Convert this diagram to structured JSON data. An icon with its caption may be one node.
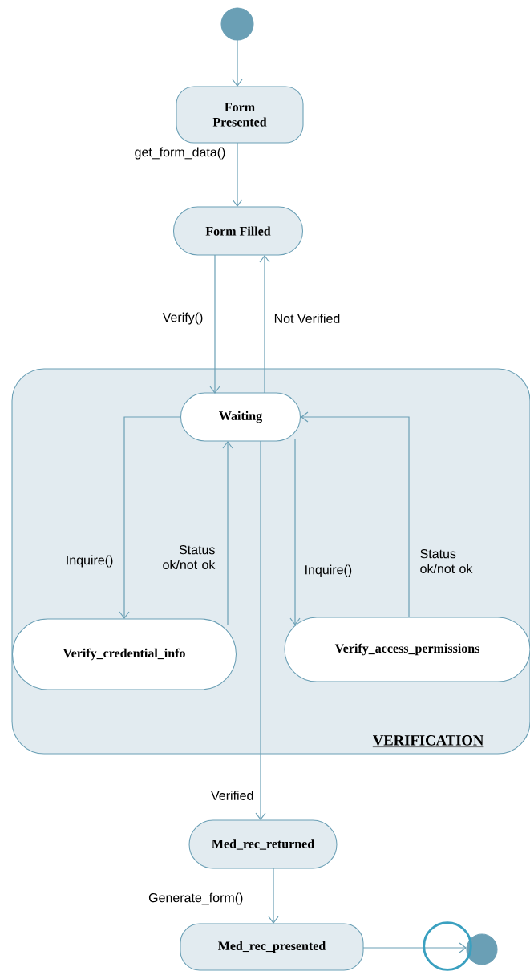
{
  "diagram": {
    "nodes": [
      {
        "text": [],
        "shape": "circle"
      },
      {
        "text": [
          "Form Presented"
        ]
      },
      {
        "text": [
          "Form Filled"
        ]
      },
      {
        "text": [
          "VERIFICATION"
        ]
      },
      {
        "text": [
          "Waiting"
        ],
        "in": 3
      },
      {
        "text": [
          "Verify_credential_info"
        ],
        "in": 3
      },
      {
        "text": [
          "Verify_access_permissions"
        ],
        "in": 3
      },
      {
        "text": [
          "Med_rec_returned"
        ]
      },
      {
        "text": [
          "Med_rec_presented"
        ]
      },
      {
        "text": [],
        "shape": "circle"
      }
    ],
    "edges": [
      {
        "from": 0,
        "to": 1,
        "arrow": "to"
      },
      {
        "from": 1,
        "to": 2,
        "label": "get_form_data()",
        "arrow": "to"
      },
      {
        "from": 2,
        "to": 4,
        "label": "Verify()",
        "arrow": "to"
      },
      {
        "from": 4,
        "to": 2,
        "label": "Not Verified",
        "arrow": "to"
      },
      {
        "from": 4,
        "to": 5,
        "label": "Inquire()",
        "arrow": "to"
      },
      {
        "from": 5,
        "to": 4,
        "label": "Status ok/not ok",
        "arrow": "to"
      },
      {
        "from": 4,
        "to": 6,
        "label": "Inquire()",
        "arrow": "to"
      },
      {
        "from": 6,
        "to": 4,
        "label": "Status ok/not ok",
        "arrow": "to"
      },
      {
        "from": 4,
        "to": 7,
        "label": "Verified",
        "arrow": "to"
      },
      {
        "from": 7,
        "to": 8,
        "label": "Generate_form()",
        "arrow": "to"
      },
      {
        "from": 8,
        "to": 9,
        "arrow": "to"
      }
    ]
  }
}
